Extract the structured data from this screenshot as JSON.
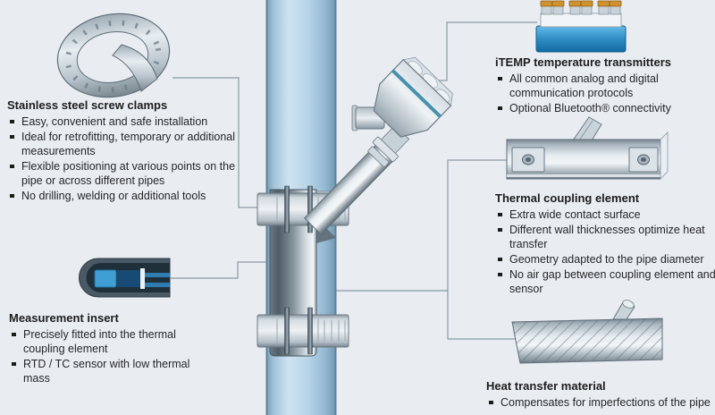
{
  "figure": "clamp-on pipe temperature measurement diagram",
  "callouts": {
    "screw_clamps": {
      "title": "Stainless steel screw clamps",
      "bullets": [
        "Easy, convenient and safe installation",
        "Ideal for retrofitting, temporary or additional measurements",
        "Flexible positioning at various points on the pipe or across different pipes",
        "No drilling, welding or additional tools"
      ]
    },
    "measurement_insert": {
      "title": "Measurement insert",
      "bullets": [
        "Precisely fitted into the thermal coupling element",
        "RTD / TC sensor with low thermal mass"
      ]
    },
    "itemp_transmitters": {
      "title": "iTEMP temperature transmitters",
      "bullets": [
        "All common analog and digital communication protocols",
        "Optional Bluetooth® connectivity"
      ]
    },
    "thermal_coupling": {
      "title": "Thermal coupling element",
      "bullets": [
        "Extra wide contact surface",
        "Different wall thicknesses optimize heat transfer",
        "Geometry adapted to the pipe diameter",
        "No air gap between coupling element and sensor"
      ]
    },
    "heat_transfer": {
      "title": "Heat transfer material",
      "bullets": [
        "Compensates for imperfections of the pipe"
      ]
    }
  },
  "colors": {
    "background": "#e9edf2",
    "pipe_blue": "#b7d4e8",
    "head_teal_band": "#4691ac",
    "transmitter_blue": "#2f8ec4",
    "terminal_screw_orange": "#d0922e",
    "insert_sensor_blue": "#3f9ed4",
    "connector_line": "#8a98a4",
    "text": "#1d1d1b"
  }
}
